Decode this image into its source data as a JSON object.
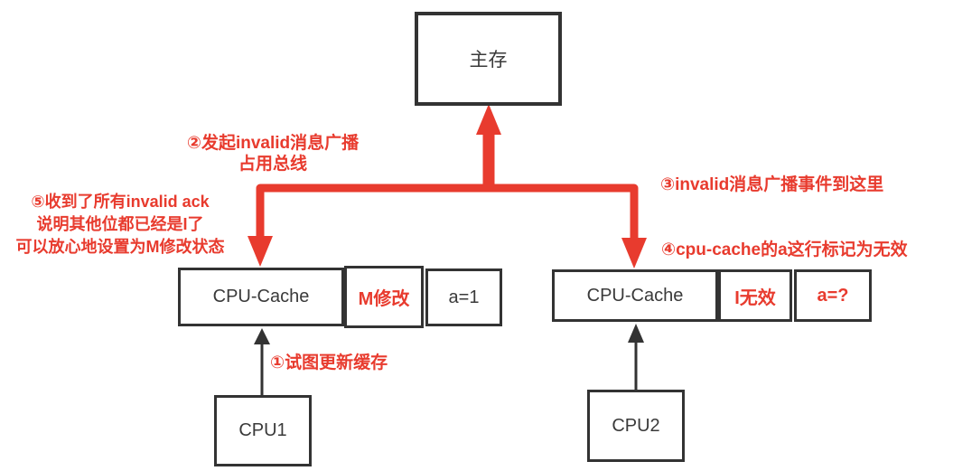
{
  "colors": {
    "accent_red": "#e83b2e",
    "ink": "#333333"
  },
  "memory": {
    "label": "主存"
  },
  "cache1": {
    "label": "CPU-Cache",
    "state": "M修改",
    "value": "a=1"
  },
  "cache2": {
    "label": "CPU-Cache",
    "state": "I无效",
    "value": "a=?"
  },
  "cpu1": {
    "label": "CPU1"
  },
  "cpu2": {
    "label": "CPU2"
  },
  "annotations": {
    "step1": "①试图更新缓存",
    "step2": {
      "line1": "②发起invalid消息广播",
      "line2": "占用总线"
    },
    "step3": "③invalid消息广播事件到这里",
    "step4": "④cpu-cache的a这行标记为无效",
    "step5": {
      "line1": "⑤收到了所有invalid ack",
      "line2": "说明其他位都已经是I了",
      "line3": "可以放心地设置为M修改状态"
    }
  }
}
